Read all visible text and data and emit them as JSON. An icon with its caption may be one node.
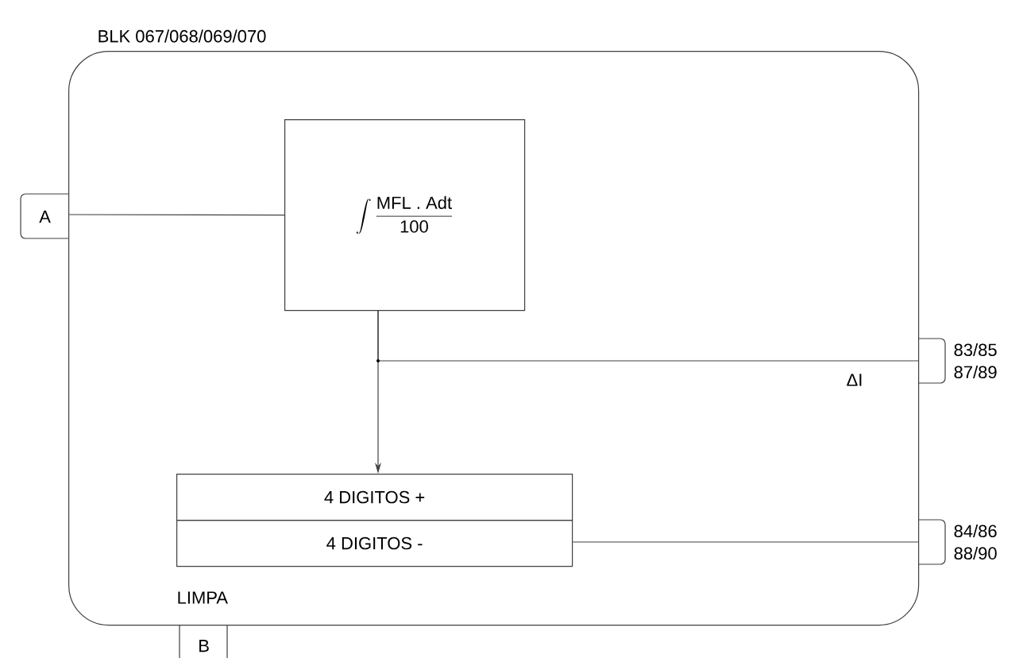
{
  "diagram": {
    "nodes": [
      {
        "text": [
          "BLK 067/068/069/070"
        ]
      },
      {
        "text": [
          "A"
        ]
      },
      {
        "text": [
          "\\int\\frac{\\mbox{MFL . Adt}}{\\mbox{100}}"
        ],
        "in": 0
      },
      {
        "text": [
          "4 DIGITOS +"
        ],
        "in": 0
      },
      {
        "text": [
          "4 DIGITOS -"
        ],
        "in": 0
      },
      {
        "text": [
          "83/85 87/89"
        ]
      },
      {
        "text": [
          "84/86 88/90"
        ]
      },
      {
        "text": [
          "B"
        ]
      }
    ],
    "edges": [
      {
        "from": 1,
        "to": 2,
        "arrow": "none"
      },
      {
        "from": 2,
        "to": 5,
        "arrow": "none",
        "label": "ΔI"
      },
      {
        "from": 2,
        "to": 3,
        "arrow": "to"
      },
      {
        "from": 4,
        "to": 6,
        "arrow": "none"
      }
    ],
    "labels": [
      "LIMPA"
    ]
  }
}
